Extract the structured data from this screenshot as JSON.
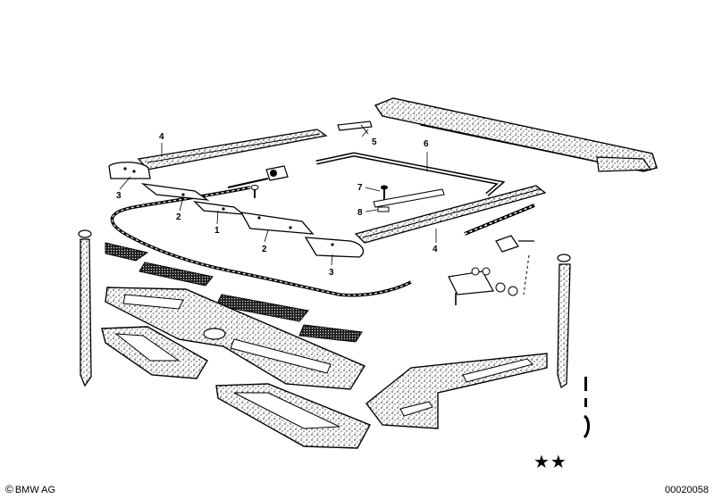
{
  "callouts": {
    "c1": "1",
    "c2a": "2",
    "c2b": "2",
    "c3a": "3",
    "c3b": "3",
    "c4a": "4",
    "c4b": "4",
    "c5": "5",
    "c6": "6",
    "c7": "7",
    "c8": "8"
  },
  "footer": {
    "copyright_symbol": "©",
    "copyright_text": "BMW AG",
    "document_number": "00020058"
  },
  "stars_symbol": "★★"
}
